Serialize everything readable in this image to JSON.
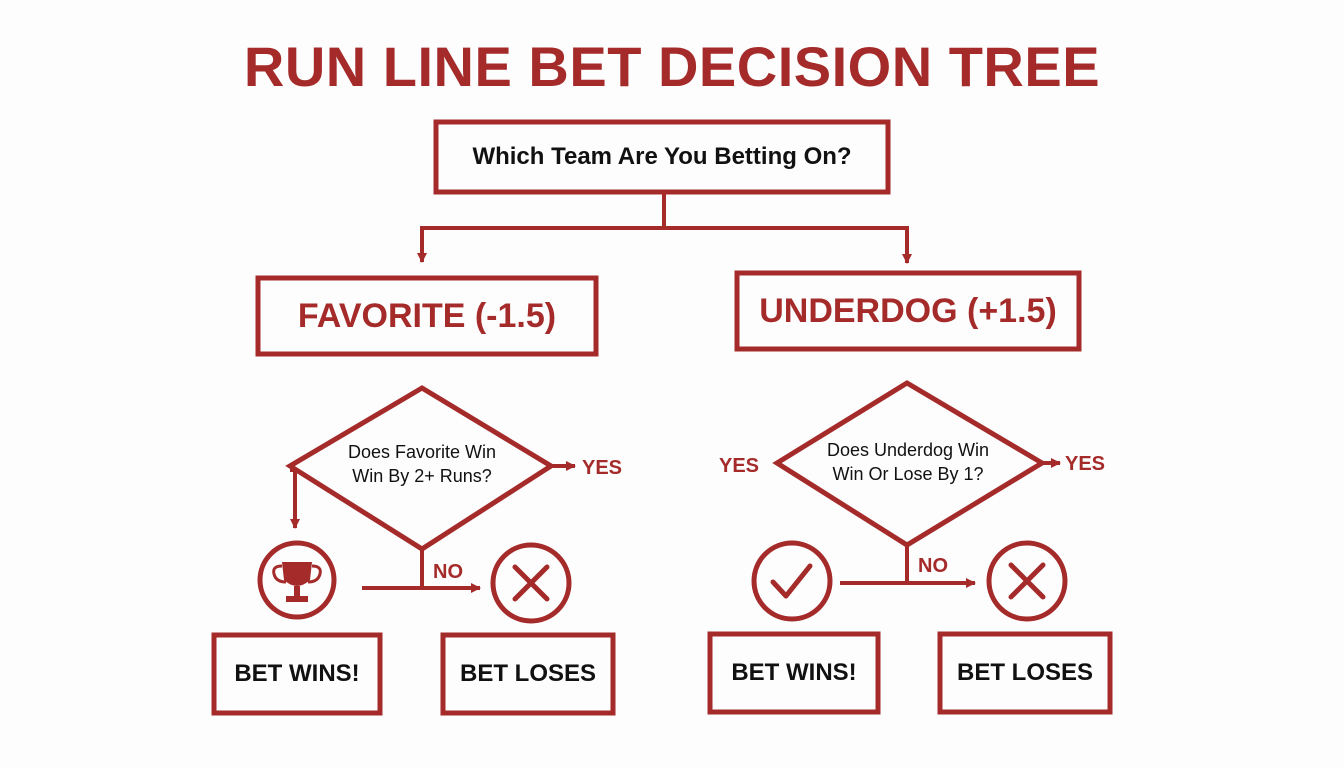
{
  "colors": {
    "accent": "#a52a2a",
    "text": "#111111",
    "background": "#fdfdfd"
  },
  "title": "RUN LINE BET DECISION TREE",
  "root_question": "Which Team Are You Betting On?",
  "favorite": {
    "label": "FAVORITE (-1.5)",
    "question": "Does Favorite Win Win By 2+ Runs?",
    "yes_label": "YES",
    "no_label": "NO",
    "win_icon": "trophy-icon",
    "lose_icon": "x-circle-icon",
    "win_result": "BET WINS!",
    "lose_result": "BET LOSES"
  },
  "underdog": {
    "label": "UNDERDOG (+1.5)",
    "question": "Does Underdog Win Win Or Lose By 1?",
    "yes_left_label": "YES",
    "yes_right_label": "YES",
    "no_label": "NO",
    "win_icon": "checkmark-circle-icon",
    "lose_icon": "x-circle-icon",
    "win_result": "BET WINS!",
    "lose_result": "BET LOSES"
  }
}
